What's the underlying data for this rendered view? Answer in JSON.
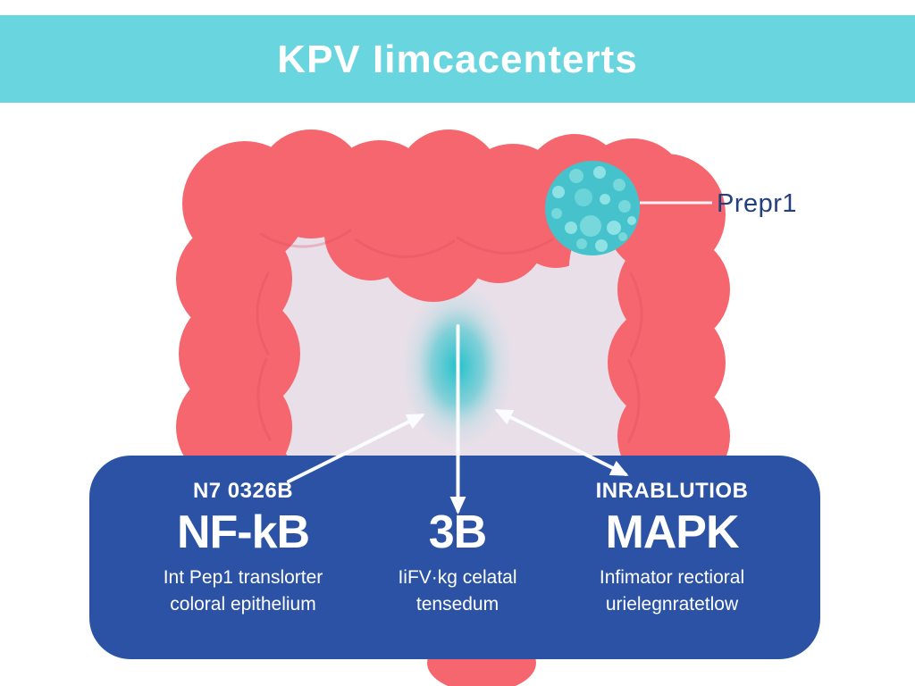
{
  "header": {
    "title": "KPV Iimcacenterts"
  },
  "callout": {
    "label": "Prepr1"
  },
  "panel": {
    "columns": [
      {
        "tag": "N7 0326B",
        "title": "NF-kB",
        "line1": "Int Pep1 translorter",
        "line2": "coloral epithelium"
      },
      {
        "tag": "",
        "title": "3B",
        "line1": "IiFV·kg celatal",
        "line2": "tensedum"
      },
      {
        "tag": "INRABLUTIOB",
        "title": "MAPK",
        "line1": "Infimator rectioral",
        "line2": "urielegnratetlow"
      }
    ]
  },
  "colors": {
    "header_band": "#69d5de",
    "title_text": "#ffffff",
    "panel_bg": "#2b52a4",
    "intestine_pink": "#f5666e",
    "lumen_lavender": "#e9dfe9",
    "glow_teal": "#1ec1c9",
    "cell_circle_teal": "#45c2cc",
    "callout_text_navy": "#23407c",
    "arrow_white": "#fafcff"
  }
}
